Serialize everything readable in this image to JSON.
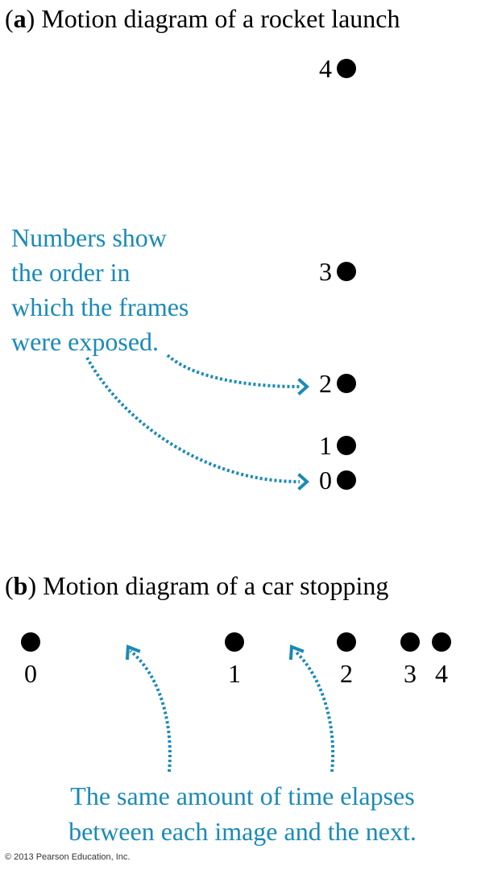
{
  "panel_a": {
    "letter": "(a)",
    "title": "Motion diagram of a rocket launch",
    "frames": [
      "0",
      "1",
      "2",
      "3",
      "4"
    ],
    "callout": [
      "Numbers show",
      "the order in",
      "which the frames",
      "were exposed."
    ]
  },
  "panel_b": {
    "letter": "(b)",
    "title": "Motion diagram of a car stopping",
    "frames": [
      "0",
      "1",
      "2",
      "3",
      "4"
    ],
    "callout": [
      "The same amount of time elapses",
      "between each image and the next."
    ]
  },
  "colors": {
    "dot": "#000000",
    "callout": "#1a8ab8"
  },
  "copyright": "© 2013 Pearson Education, Inc."
}
